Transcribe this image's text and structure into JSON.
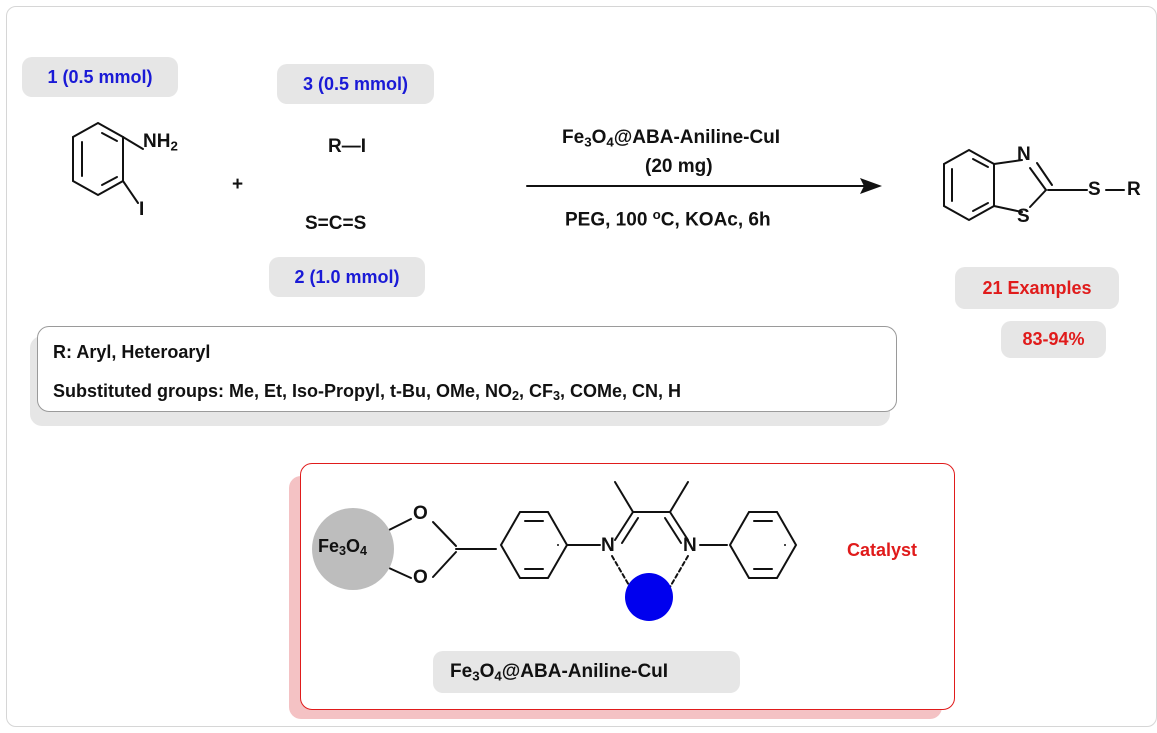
{
  "reagents": {
    "reagent1_amount": "1 (0.5 mmol)",
    "reagent2_amount": "2 (1.0 mmol)",
    "reagent3_amount": "3 (0.5 mmol)",
    "amine_group": "NH",
    "amine_sub": "2",
    "iodo_label": "I",
    "plus": "+",
    "alkyl_iodide": "R—I",
    "carbon_disulfide": "S=C=S"
  },
  "conditions": {
    "catalyst_name_a": "Fe",
    "catalyst_sub1": "3",
    "catalyst_name_b": "O",
    "catalyst_sub2": "4",
    "catalyst_name_c": "@ABA-Aniline-CuI",
    "loading": "(20 mg)",
    "solvent_temp_prefix": "PEG, 100 ",
    "degree": "o",
    "solvent_temp_suffix": "C, KOAc, 6h"
  },
  "product": {
    "n_label": "N",
    "s_ring_label": "S",
    "s_chain_label": "S",
    "r_label": "R",
    "examples": "21 Examples",
    "yield": "83-94%"
  },
  "scope": {
    "r_groups": "R: Aryl, Heteroaryl",
    "substituents_a": "Substituted groups: Me, Et, Iso-Propyl, t-Bu, OMe, NO",
    "sub_no2": "2",
    "substituents_b": ", CF",
    "sub_cf3": "3",
    "substituents_c": ", COMe, CN, H"
  },
  "catalyst_panel": {
    "core_a": "Fe",
    "core_sub1": "3",
    "core_b": "O",
    "core_sub2": "4",
    "o_top": "O",
    "o_bottom": "O",
    "n_left": "N",
    "n_right": "N",
    "name_a": "Fe",
    "name_sub1": "3",
    "name_b": "O",
    "name_sub2": "4",
    "name_c": "@ABA-Aniline-CuI",
    "tag": "Catalyst"
  },
  "colors": {
    "amount_text": "#1a1ad6",
    "highlight_red": "#e01b1b",
    "metal_dot": "#0000ee",
    "support_sphere": "#bdbdbd"
  }
}
